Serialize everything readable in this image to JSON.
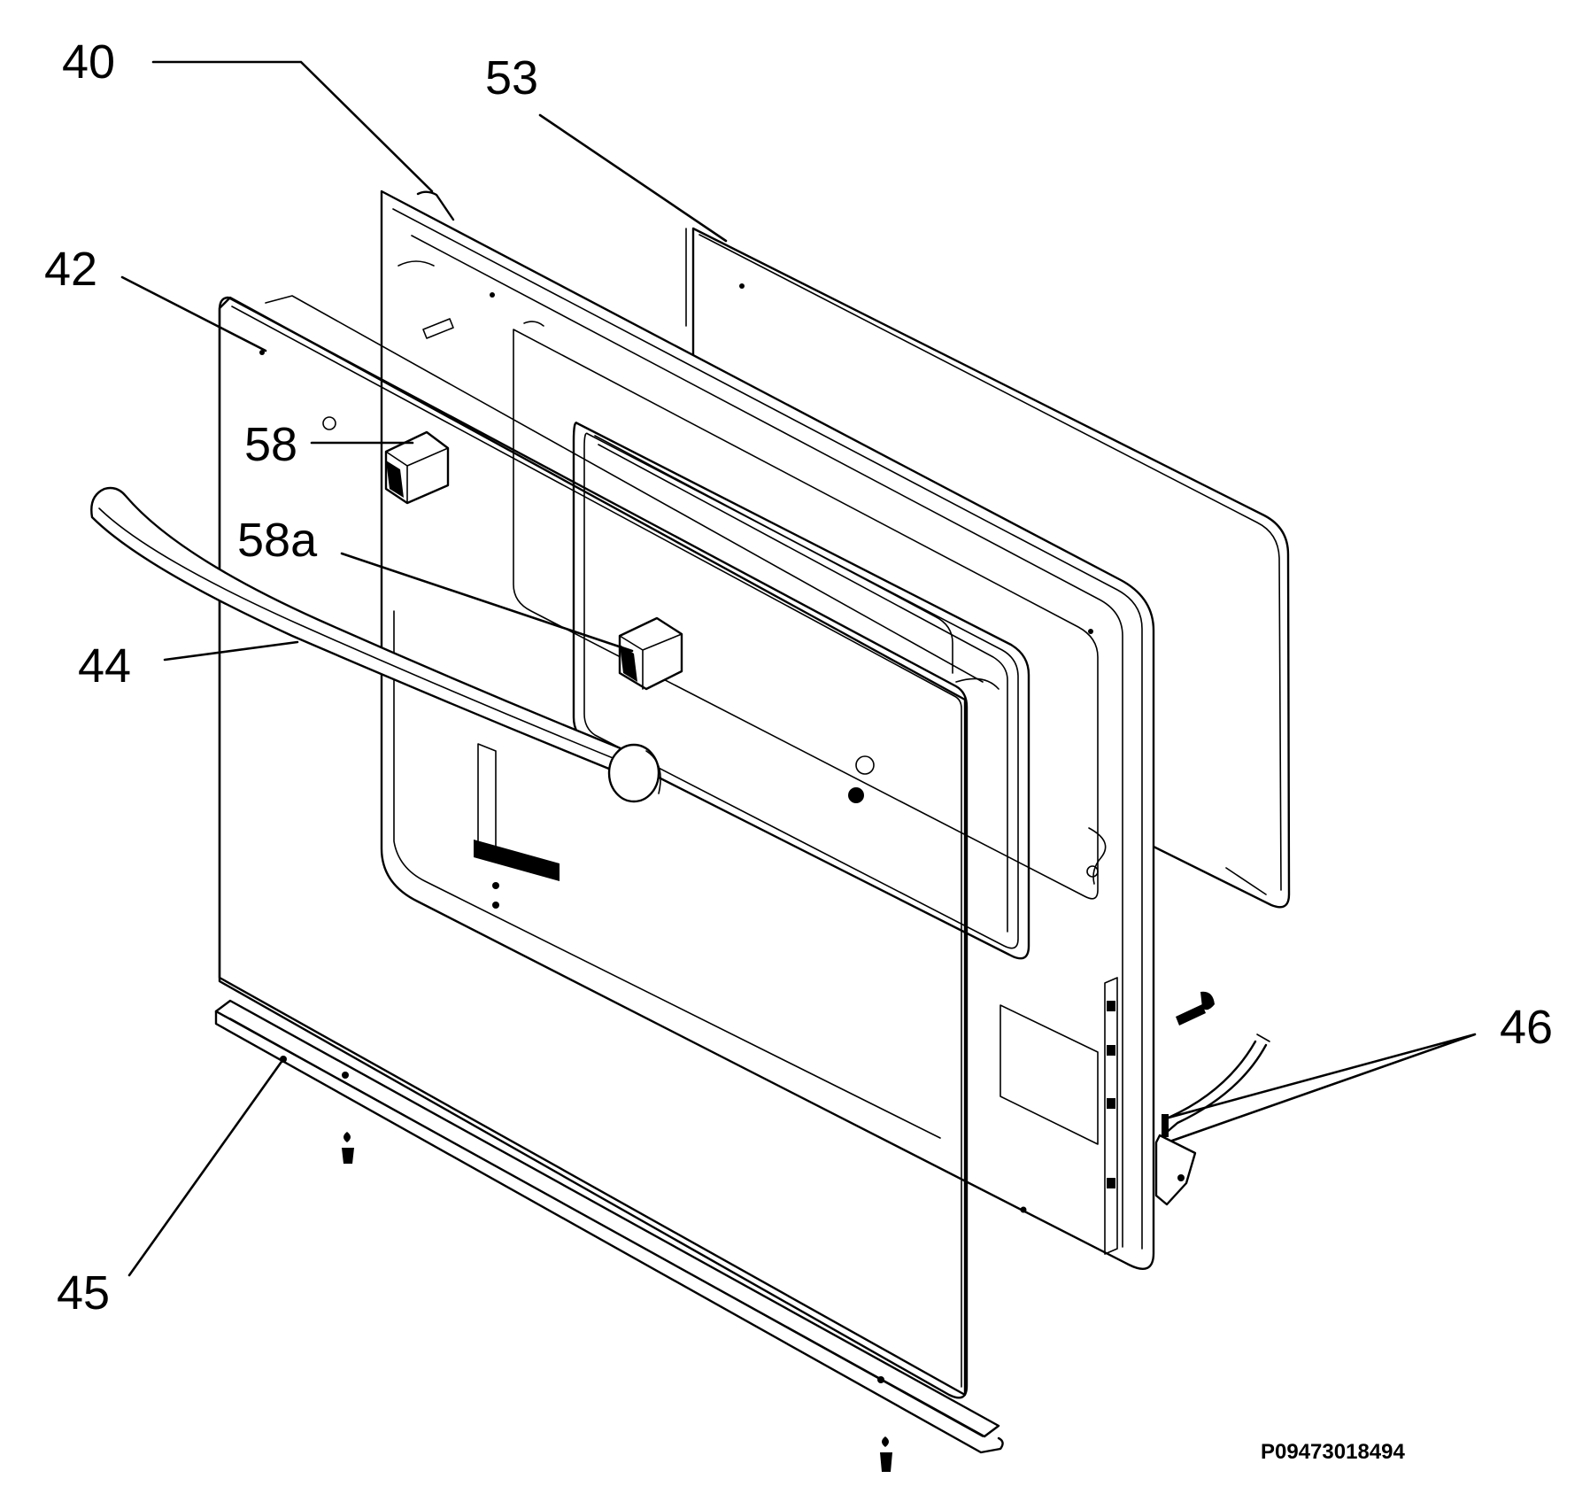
{
  "callouts": {
    "c40": "40",
    "c53": "53",
    "c42": "42",
    "c58": "58",
    "c58a": "58a",
    "c44": "44",
    "c46": "46",
    "c45": "45"
  },
  "reference_code": "P09473018494"
}
